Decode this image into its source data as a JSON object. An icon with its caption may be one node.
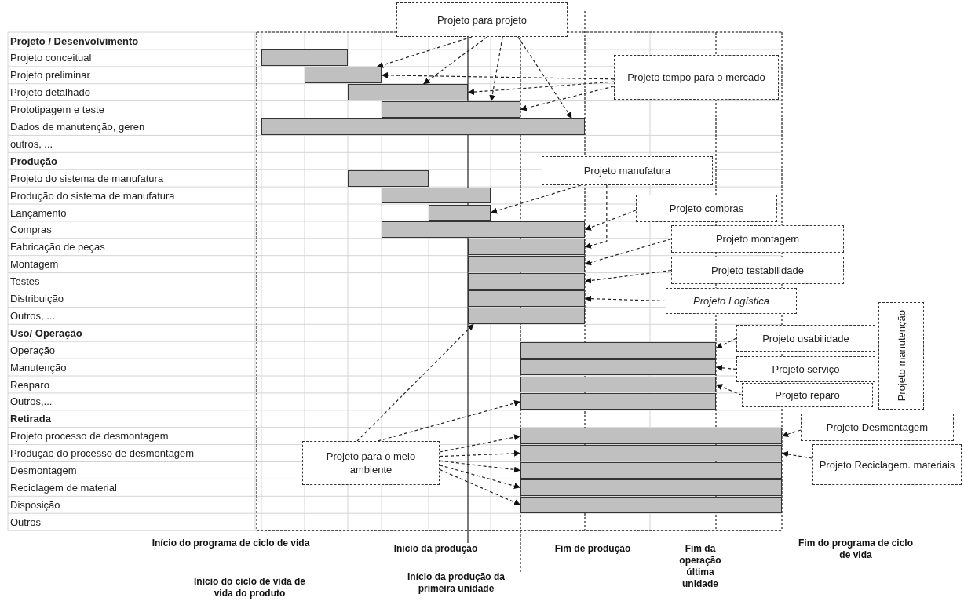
{
  "diagram": {
    "nodes": [
      {
        "text": [
          "Projeto para projeto"
        ]
      },
      {
        "text": [
          "Projeto tempo para o mercado"
        ]
      },
      {
        "text": [
          "Projeto manufatura"
        ]
      },
      {
        "text": [
          "Projeto compras"
        ]
      },
      {
        "text": [
          "Projeto montagem"
        ]
      },
      {
        "text": [
          "Projeto testabilidade"
        ]
      },
      {
        "text": [
          "Projeto Logística"
        ]
      },
      {
        "text": [
          "Projeto manutenção"
        ]
      },
      {
        "text": [
          "Projeto usabilidade"
        ]
      },
      {
        "text": [
          "Projeto serviço"
        ]
      },
      {
        "text": [
          "Projeto reparo"
        ]
      },
      {
        "text": [
          "Projeto Desmontagem"
        ]
      },
      {
        "text": [
          "Projeto para o meio ambiente"
        ]
      },
      {
        "text": [
          "Projeto Reciclagem. materiais"
        ]
      },
      {
        "text": [],
        "shape": "bar"
      },
      {
        "text": [],
        "shape": "bar"
      },
      {
        "text": [],
        "shape": "bar"
      },
      {
        "text": [],
        "shape": "bar"
      },
      {
        "text": [],
        "shape": "bar"
      },
      {
        "text": [],
        "shape": "bar"
      },
      {
        "text": [],
        "shape": "bar"
      },
      {
        "text": [],
        "shape": "bar"
      },
      {
        "text": [],
        "shape": "bar"
      },
      {
        "text": [],
        "shape": "bar"
      },
      {
        "text": [],
        "shape": "bar"
      },
      {
        "text": [],
        "shape": "bar"
      },
      {
        "text": [],
        "shape": "bar"
      },
      {
        "text": [],
        "shape": "bar"
      },
      {
        "text": [],
        "shape": "bar"
      },
      {
        "text": [],
        "shape": "bar"
      },
      {
        "text": [],
        "shape": "bar"
      },
      {
        "text": [],
        "shape": "bar"
      },
      {
        "text": [],
        "shape": "bar"
      },
      {
        "text": [],
        "shape": "bar"
      },
      {
        "text": [],
        "shape": "bar"
      },
      {
        "text": [],
        "shape": "bar"
      },
      {
        "text": [],
        "shape": "bar"
      }
    ],
    "edges": [
      {
        "from": 0,
        "to": 15,
        "arrow": "to"
      },
      {
        "from": 0,
        "to": 16,
        "arrow": "to"
      },
      {
        "from": 0,
        "to": 17,
        "arrow": "to"
      },
      {
        "from": 0,
        "to": 18,
        "arrow": "to"
      },
      {
        "from": 1,
        "to": 15,
        "arrow": "to"
      },
      {
        "from": 1,
        "to": 16,
        "arrow": "to"
      },
      {
        "from": 1,
        "to": 17,
        "arrow": "to"
      },
      {
        "from": 2,
        "to": 21,
        "arrow": "to"
      },
      {
        "from": 2,
        "to": 23,
        "arrow": "to"
      },
      {
        "from": 3,
        "to": 22,
        "arrow": "to"
      },
      {
        "from": 4,
        "to": 24,
        "arrow": "to"
      },
      {
        "from": 5,
        "to": 25,
        "arrow": "to"
      },
      {
        "from": 6,
        "to": 26,
        "arrow": "to"
      },
      {
        "from": 8,
        "to": 28,
        "arrow": "to"
      },
      {
        "from": 9,
        "to": 29,
        "arrow": "to"
      },
      {
        "from": 10,
        "to": 30,
        "arrow": "to"
      },
      {
        "from": 11,
        "to": 32,
        "arrow": "to"
      },
      {
        "from": 13,
        "to": 33,
        "arrow": "to"
      },
      {
        "from": 12,
        "to": 27,
        "arrow": "to"
      },
      {
        "from": 12,
        "to": 31,
        "arrow": "to"
      },
      {
        "from": 12,
        "to": 32,
        "arrow": "to"
      },
      {
        "from": 12,
        "to": 33,
        "arrow": "to"
      },
      {
        "from": 12,
        "to": 34,
        "arrow": "to"
      },
      {
        "from": 12,
        "to": 35,
        "arrow": "to"
      },
      {
        "from": 12,
        "to": 36,
        "arrow": "to"
      }
    ],
    "labels": [
      "Projeto / Desenvolvimento",
      "Projeto conceitual",
      "Projeto preliminar",
      "Projeto detalhado",
      "Prototipagem e teste",
      "Dados de manutenção, geren",
      "outros, ...",
      "Produção",
      "Projeto do sistema de manufatura",
      "Produção do sistema de manufatura",
      "Lançamento",
      "Compras",
      "Fabricação de peças",
      "Montagem",
      "Testes",
      "Distribuição",
      "Outros, ...",
      "Uso/ Operação",
      "Operação",
      "Manutenção",
      "Reaparo",
      "Outros,...",
      "Retirada",
      "Projeto processo de desmontagem",
      "Produção do processo de desmontagem",
      "Desmontagem",
      "Reciclagem de material",
      "Disposição",
      "Outros",
      "Início do programa de ciclo de vida",
      "Início do ciclo de vida de vida do produto",
      "Início da produção",
      "Início da produção da primeira unidade",
      "Fim de produção",
      "Fim da operação última unidade",
      "Fim do programa de ciclo de vida"
    ]
  }
}
